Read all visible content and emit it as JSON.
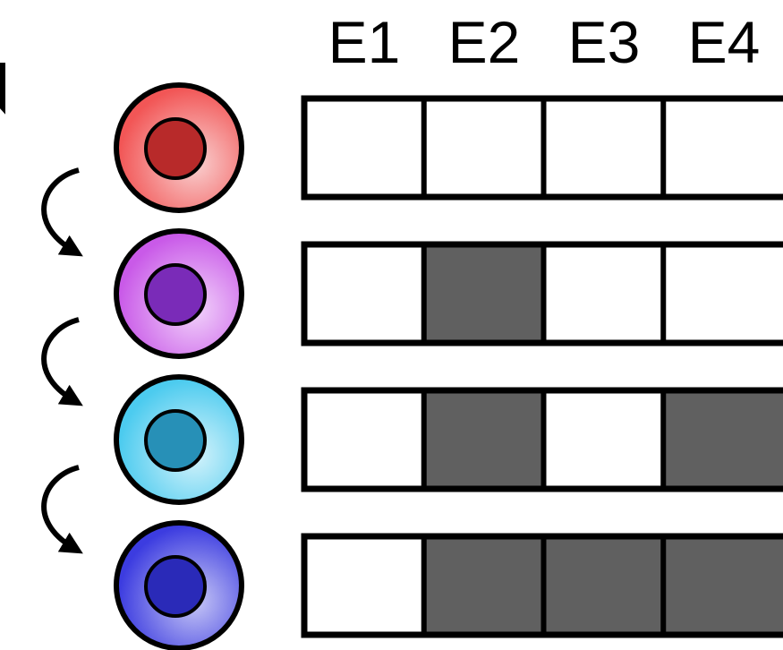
{
  "headers": [
    "E1",
    "E2",
    "E3",
    "E4"
  ],
  "rows": [
    {
      "name": "cell-red",
      "outer_color": "#f25656",
      "outer_light": "#f9d2d2",
      "nucleus_color": "#b82a2a",
      "pattern": [
        0,
        0,
        0,
        0
      ]
    },
    {
      "name": "cell-violet",
      "outer_color": "#c95ae8",
      "outer_light": "#f2d4fb",
      "nucleus_color": "#7a2bb8",
      "pattern": [
        0,
        1,
        0,
        0
      ]
    },
    {
      "name": "cell-cyan",
      "outer_color": "#4ccbef",
      "outer_light": "#d6f3fb",
      "nucleus_color": "#2790b7",
      "pattern": [
        0,
        1,
        0,
        1
      ]
    },
    {
      "name": "cell-blue",
      "outer_color": "#3c3ce0",
      "outer_light": "#c9c9f6",
      "nucleus_color": "#2a2ab8",
      "pattern": [
        0,
        1,
        1,
        1
      ]
    }
  ],
  "colors": {
    "filled": "#606060",
    "empty": "#ffffff",
    "stroke": "#000000"
  }
}
